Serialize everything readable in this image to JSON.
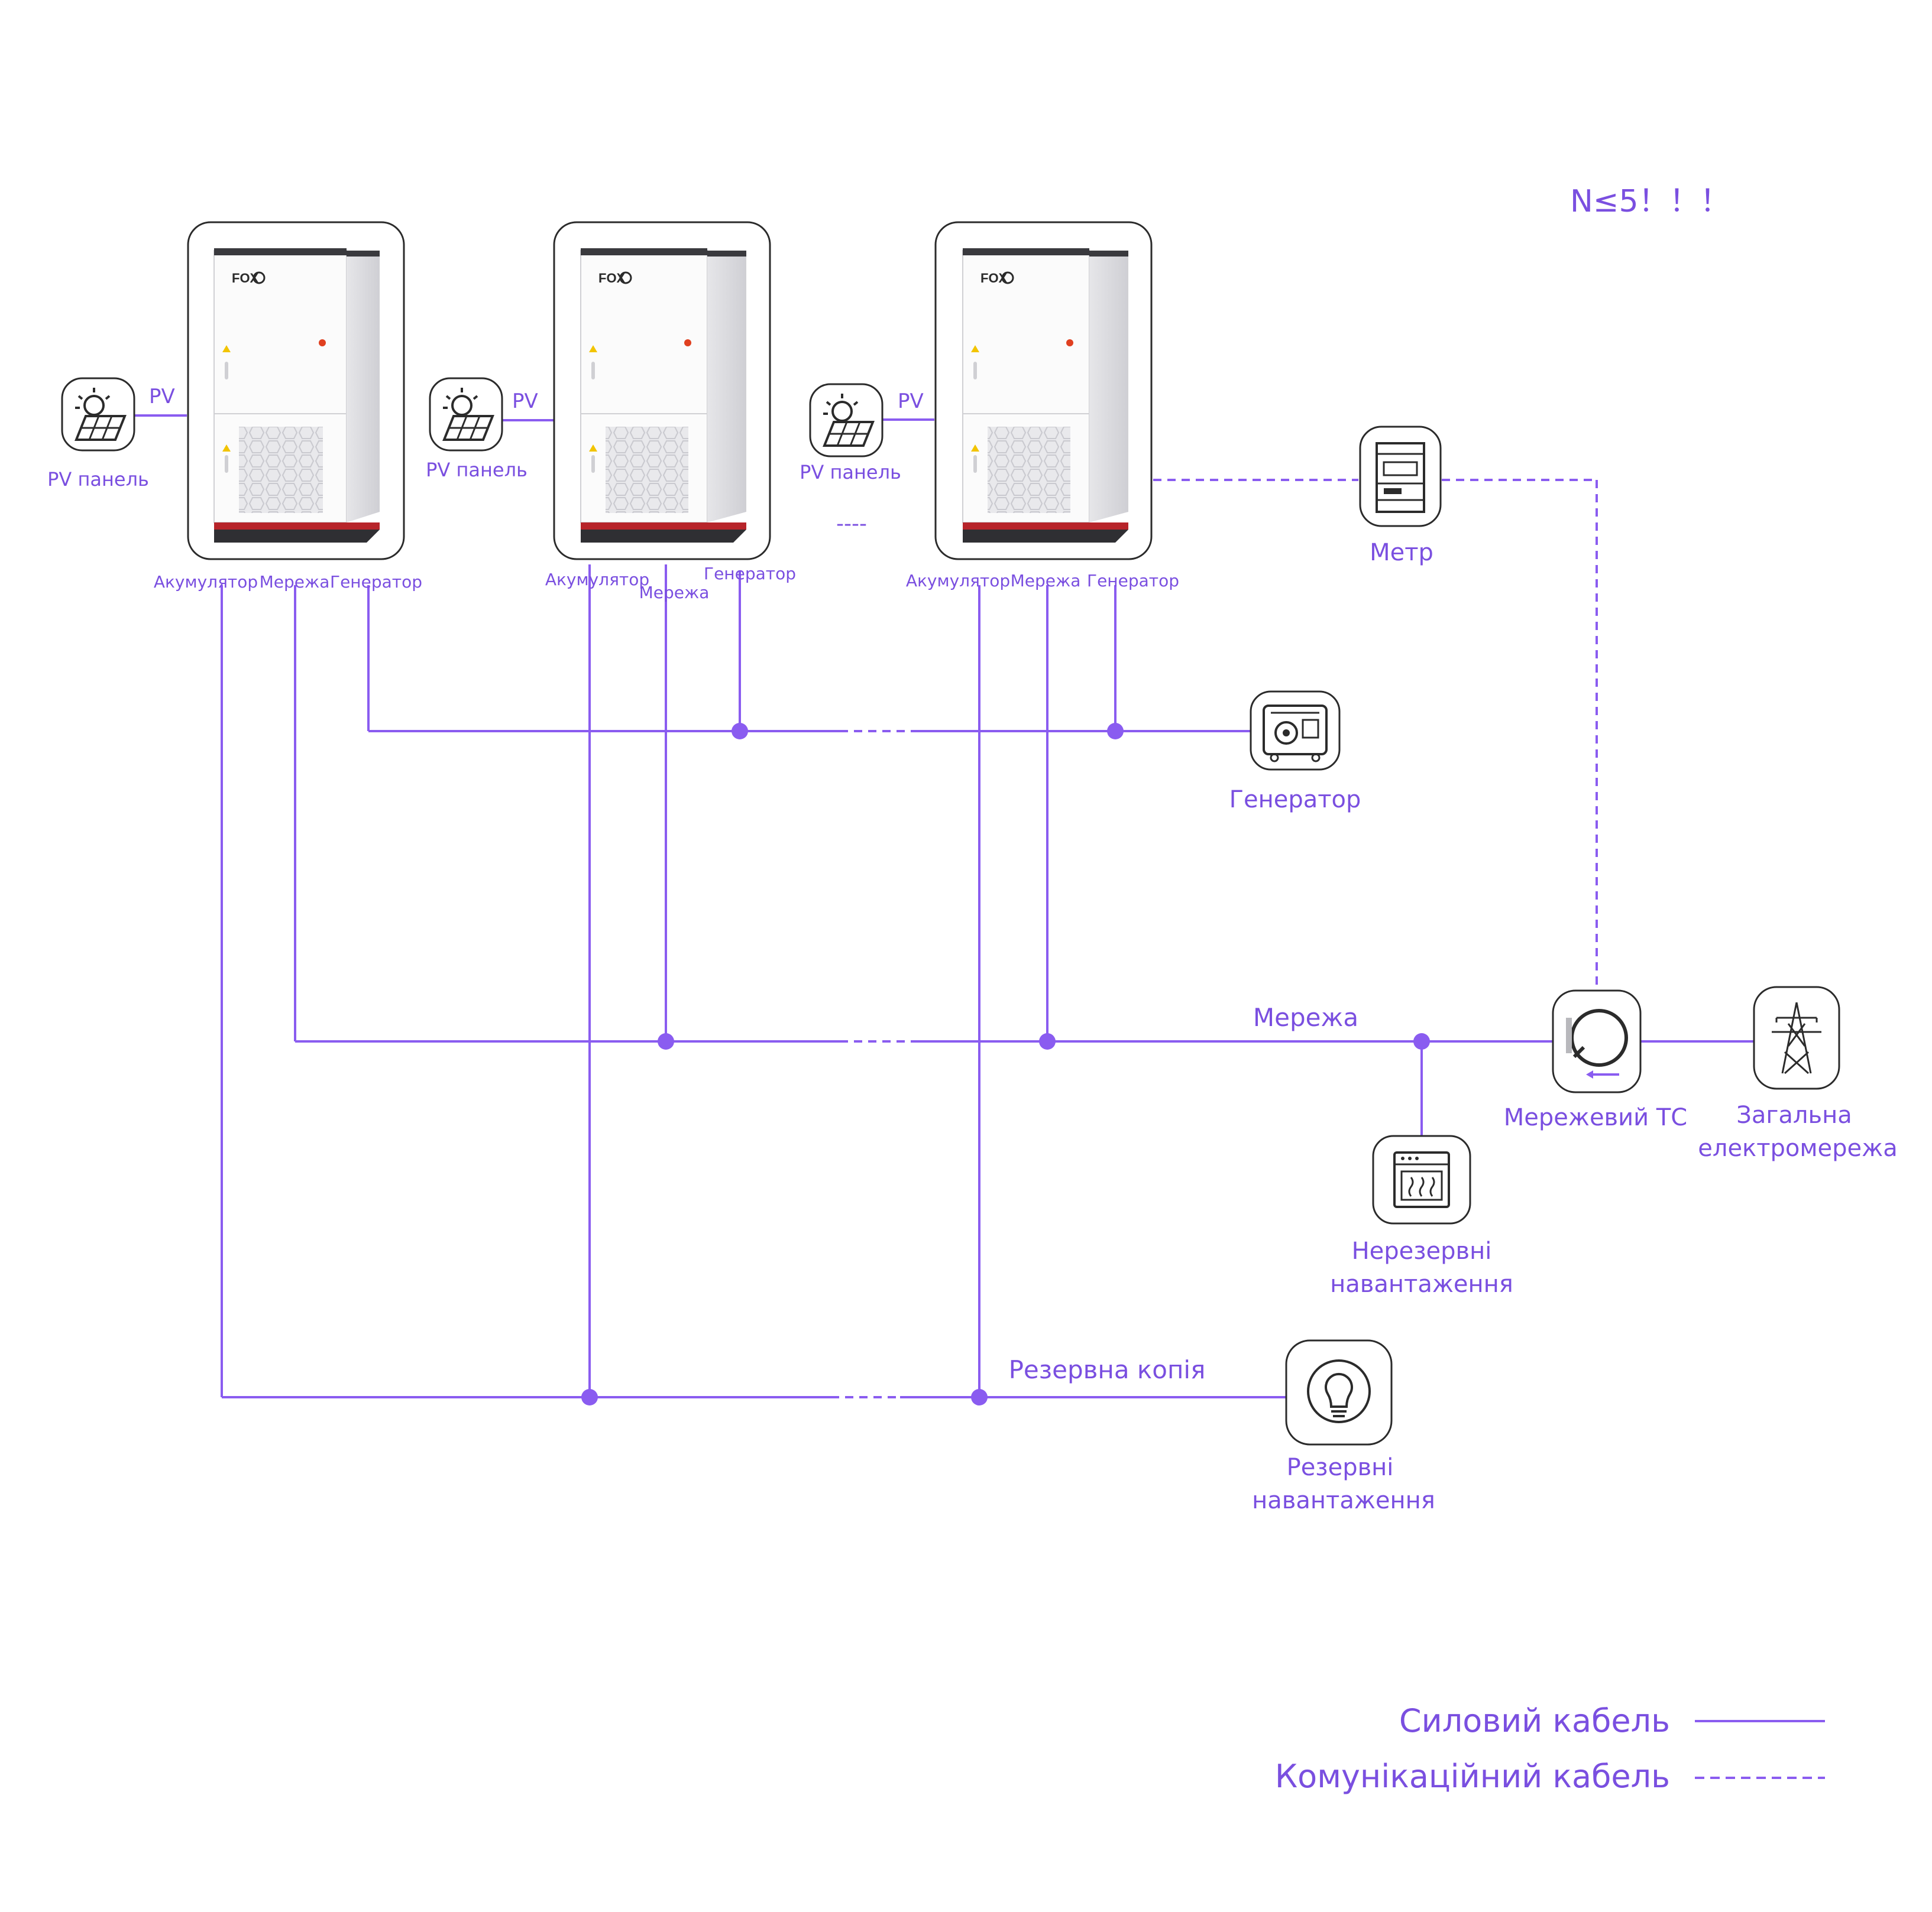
{
  "colors": {
    "line": "#8a5cf0",
    "text": "#7a4fe0",
    "icon_stroke": "#2b2b2b",
    "cabinet_red": "#b7242a",
    "cabinet_dark": "#2f2f33"
  },
  "note": "N≤5！！！",
  "inverters": [
    {
      "brand": "FOX",
      "pv_label": "PV",
      "pv_panel_label": "PV панель",
      "port_battery": "Акумулятор",
      "port_grid": "Мережа",
      "port_generator": "Генератор"
    },
    {
      "brand": "FOX",
      "pv_label": "PV",
      "pv_panel_label": "PV панель",
      "port_battery": "Акумулятор",
      "port_grid": "Мережа",
      "port_generator": "Генератор"
    },
    {
      "brand": "FOX",
      "pv_label": "PV",
      "pv_panel_label": "PV панель",
      "port_battery": "Акумулятор",
      "port_grid": "Мережа",
      "port_generator": "Генератор"
    }
  ],
  "ellipsis": "----",
  "devices": {
    "meter": {
      "label": "Метр",
      "icon": "meter-icon"
    },
    "generator": {
      "label": "Генератор",
      "icon": "generator-icon"
    },
    "grid_ct": {
      "label": "Мережевий ТС",
      "icon": "ct-clamp-icon"
    },
    "utility_grid": {
      "label_line1": "Загальна",
      "label_line2": "електромережа",
      "icon": "power-tower-icon"
    },
    "non_backup_loads": {
      "label_line1": "Нерезервні",
      "label_line2": "навантаження",
      "icon": "oven-icon"
    },
    "backup_loads": {
      "label_line1": "Резервні",
      "label_line2": "навантаження",
      "icon": "light-bulb-icon"
    }
  },
  "bus_labels": {
    "grid": "Мережа",
    "backup": "Резервна копія"
  },
  "legend": {
    "power_cable": "Силовий кабель",
    "comm_cable": "Комунікаційний кабель"
  }
}
